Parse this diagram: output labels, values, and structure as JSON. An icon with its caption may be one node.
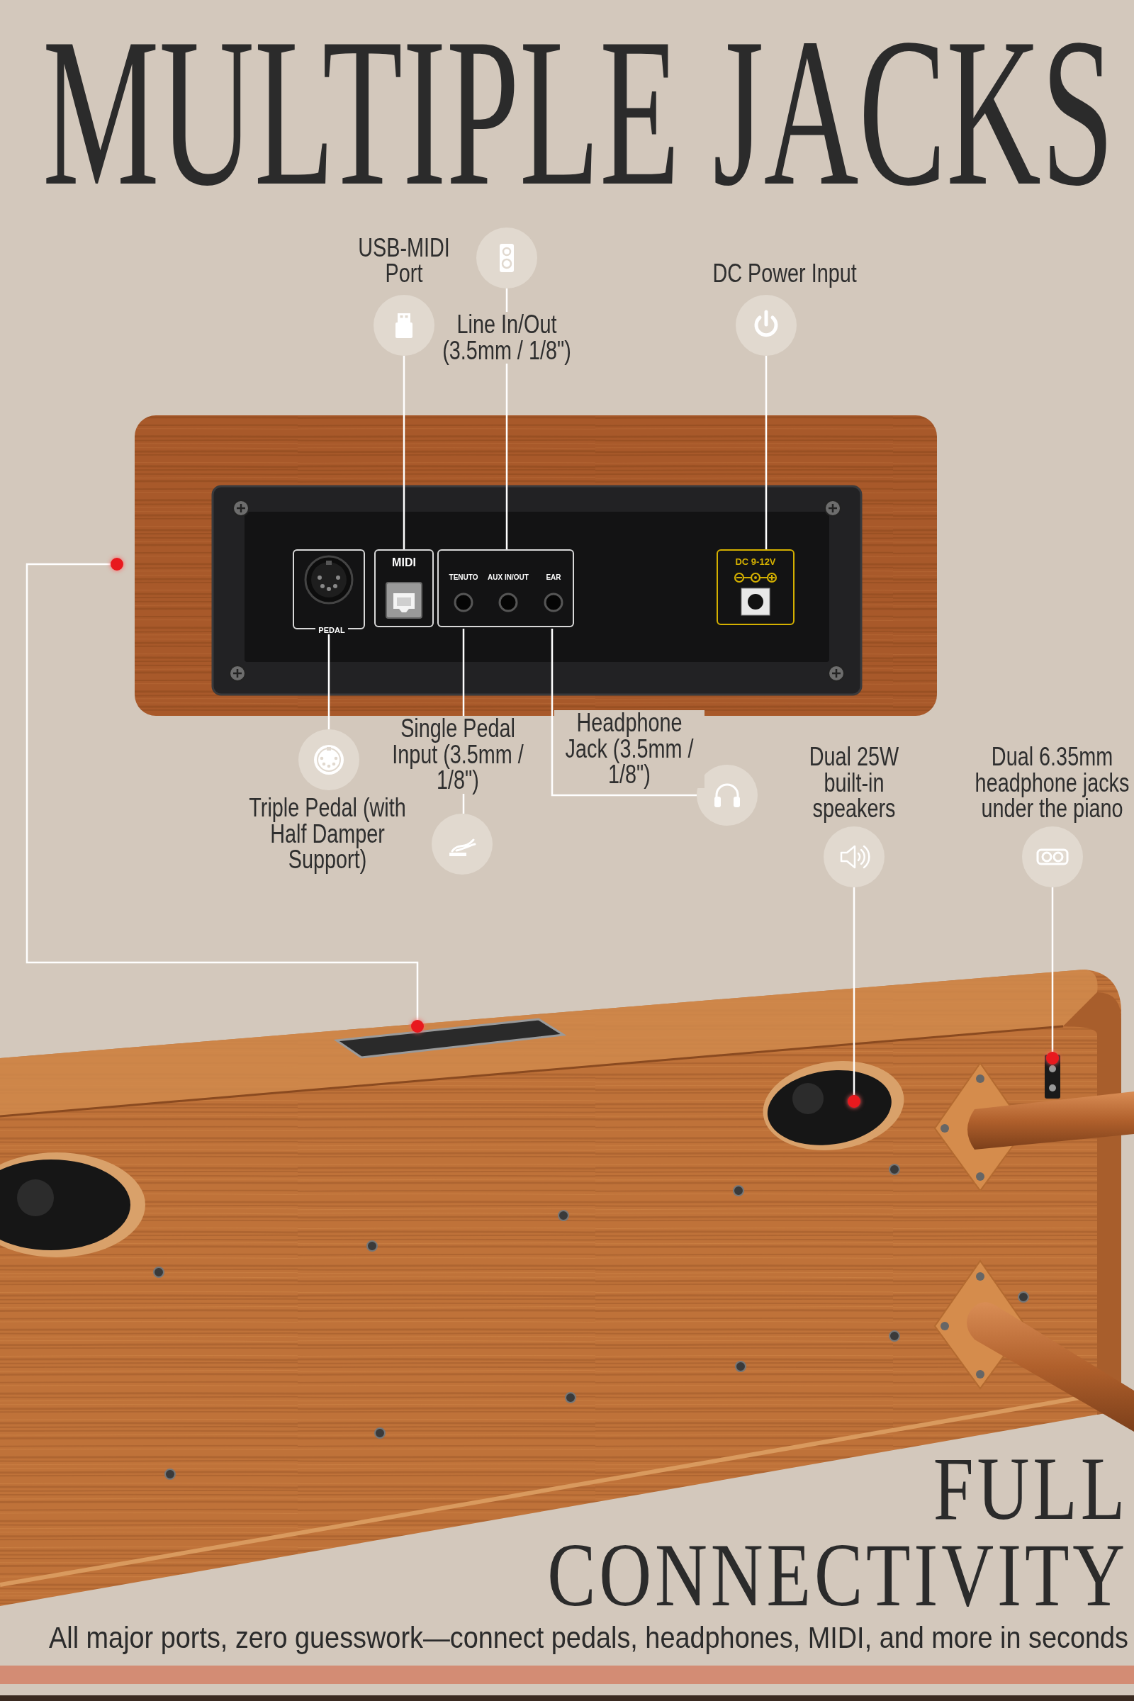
{
  "diagram": {
    "title": "MULTIPLE JACKS",
    "nodes": [
      {
        "text": [
          "USB-MIDI Port"
        ]
      },
      {
        "text": [
          "Line In/Out (3.5mm / 1/8\")"
        ]
      },
      {
        "text": [
          "DC Power Input"
        ]
      },
      {
        "text": [
          "PEDAL"
        ]
      },
      {
        "text": [
          "MIDI"
        ]
      },
      {
        "text": [],
        "shape": "box"
      },
      {
        "text": [
          "TENUTO"
        ],
        "in": 5
      },
      {
        "text": [
          "AUX IN/OUT"
        ],
        "in": 5
      },
      {
        "text": [
          "EAR"
        ],
        "in": 5
      },
      {
        "text": [
          "DC 9-12V"
        ]
      },
      {
        "text": [],
        "shape": "circle"
      },
      {
        "text": [
          "Triple Pedal (with Half Damper Support)"
        ]
      },
      {
        "text": [
          "Single Pedal Input (3.5mm / 1/8\")"
        ]
      },
      {
        "text": [
          "Headphone Jack (3.5mm / 1/8\")"
        ]
      },
      {
        "text": [
          "Dual 25W built-in speakers"
        ]
      },
      {
        "text": [
          "Dual 6.35mm headphone jacks under the piano"
        ]
      },
      {
        "text": [],
        "shape": "circle"
      },
      {
        "text": [],
        "shape": "circle"
      },
      {
        "text": [],
        "shape": "circle"
      }
    ],
    "edges": [
      {
        "from": 0,
        "to": 4,
        "arrow": "none"
      },
      {
        "from": 1,
        "to": 7,
        "arrow": "none"
      },
      {
        "from": 2,
        "to": 9,
        "arrow": "none"
      },
      {
        "from": 3,
        "to": 11,
        "arrow": "none"
      },
      {
        "from": 6,
        "to": 12,
        "arrow": "none"
      },
      {
        "from": 8,
        "to": 13,
        "arrow": "none"
      },
      {
        "from": 10,
        "to": 16,
        "arrow": "none"
      },
      {
        "from": 14,
        "to": 17,
        "arrow": "none"
      },
      {
        "from": 15,
        "to": 18,
        "arrow": "none"
      }
    ],
    "labels": [
      "FULL CONNECTIVITY",
      "All major ports, zero guesswork—connect pedals, headphones, MIDI, and more in seconds"
    ]
  }
}
